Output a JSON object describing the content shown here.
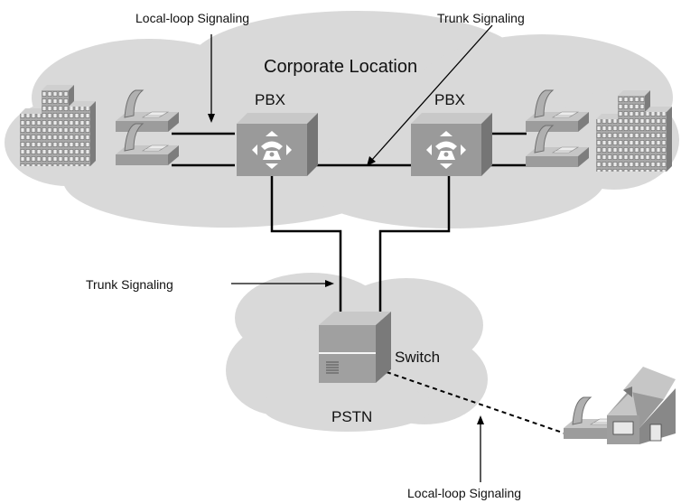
{
  "labels": {
    "local_loop_top": "Local-loop Signaling",
    "trunk_top": "Trunk Signaling",
    "corporate": "Corporate Location",
    "pbx_left": "PBX",
    "pbx_right": "PBX",
    "trunk_left": "Trunk Signaling",
    "switch": "Switch",
    "pstn": "PSTN",
    "local_loop_bottom": "Local-loop Signaling"
  },
  "colors": {
    "cloud": "#d9d9d9",
    "device": "#9a9a9a",
    "device_top": "#c4c4c4",
    "device_side": "#7a7a7a",
    "line": "#000000"
  },
  "icons": [
    "building-icon",
    "telephone-icon",
    "pbx-icon",
    "switch-icon",
    "house-icon"
  ]
}
